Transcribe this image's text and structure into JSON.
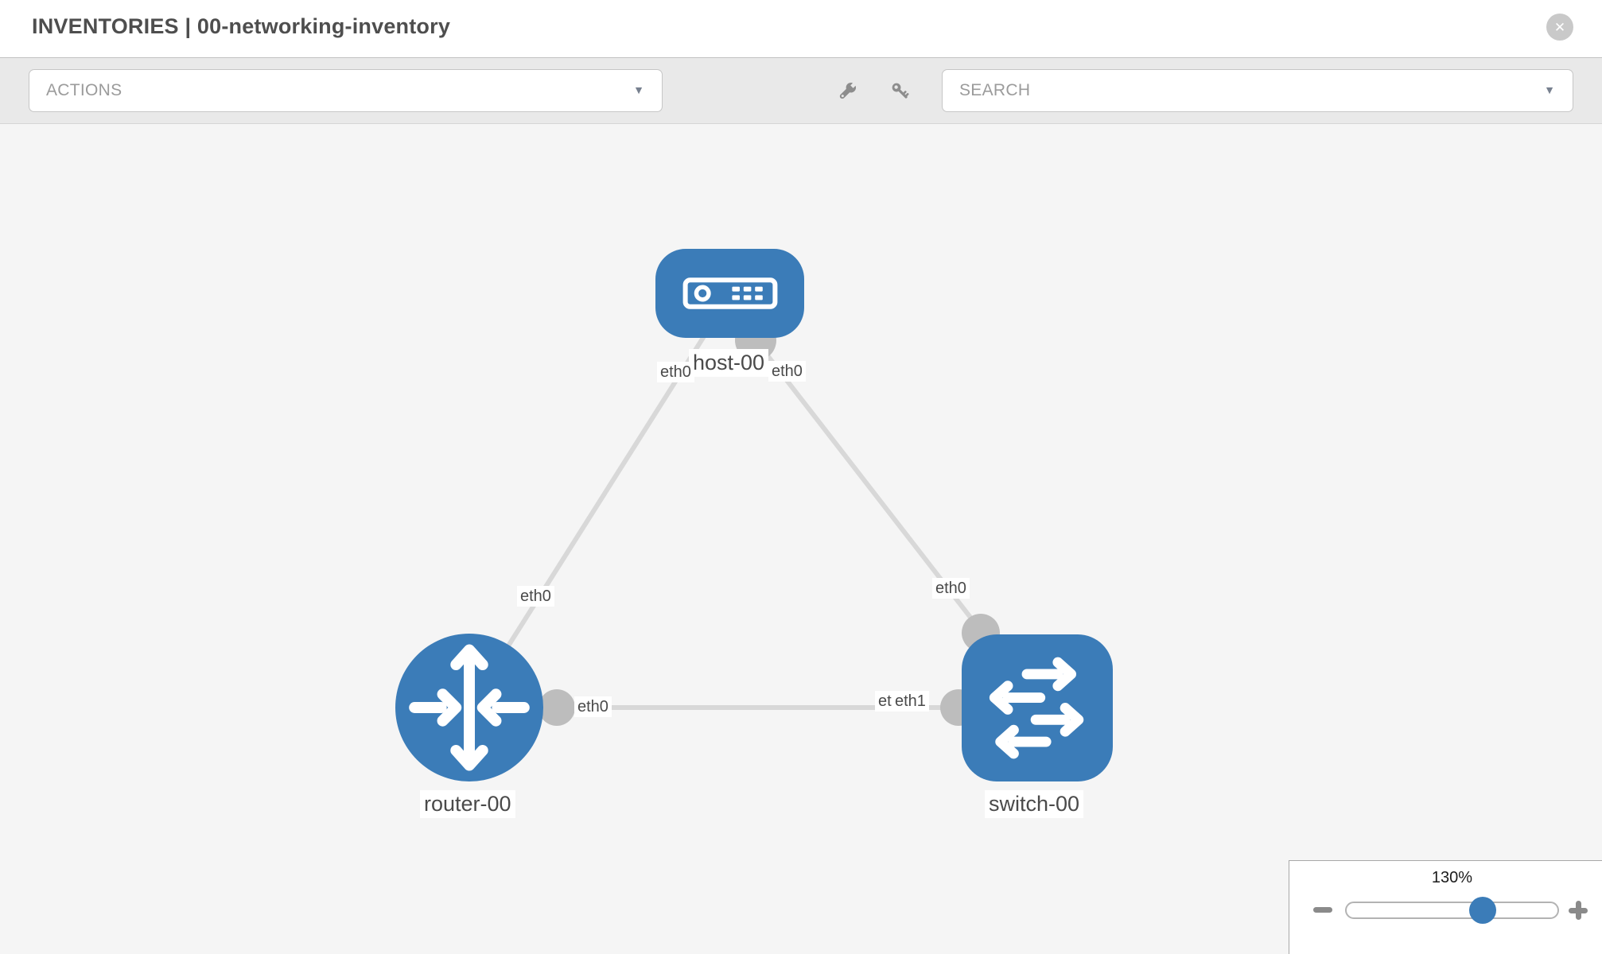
{
  "header": {
    "title": "INVENTORIES | 00-networking-inventory",
    "close_glyph": "✕"
  },
  "toolbar": {
    "actions_placeholder": "ACTIONS",
    "search_placeholder": "SEARCH",
    "caret_glyph": "▼",
    "icons": [
      "wrench-icon",
      "key-icon"
    ]
  },
  "diagram": {
    "nodes": [
      {
        "id": "host-00",
        "type": "host",
        "label": "host-00"
      },
      {
        "id": "router-00",
        "type": "router",
        "label": "router-00"
      },
      {
        "id": "switch-00",
        "type": "switch",
        "label": "switch-00"
      }
    ],
    "links": [
      {
        "from": "router-00",
        "to": "host-00",
        "from_interface": "eth0",
        "to_interface": "eth0"
      },
      {
        "from": "host-00",
        "to": "switch-00",
        "from_interface": "eth0",
        "to_interface": "eth0"
      },
      {
        "from": "router-00",
        "to": "switch-00",
        "from_interface": "eth0",
        "to_interface": "eth1"
      }
    ],
    "port_labels": {
      "host_left": "eth0",
      "host_right": "eth0",
      "link_router_host_mid": "eth0",
      "link_host_switch_mid": "eth0",
      "router_port": "eth0",
      "switch_port_back": "eth0",
      "switch_port_front": "eth1"
    },
    "node_labels": {
      "host": "host-00",
      "router": "router-00",
      "switch": "switch-00"
    }
  },
  "zoom_control": {
    "value": "130%",
    "minus_icon": "minus-icon",
    "plus_icon": "plus-icon"
  },
  "colors": {
    "node_blue": "#3b7cb8",
    "link_gray": "#d8d8d8",
    "port_gray": "#bdbdbd",
    "canvas_bg": "#f5f5f5",
    "toolbar_bg": "#e9e9e9",
    "label_text": "#4a4a4a"
  }
}
